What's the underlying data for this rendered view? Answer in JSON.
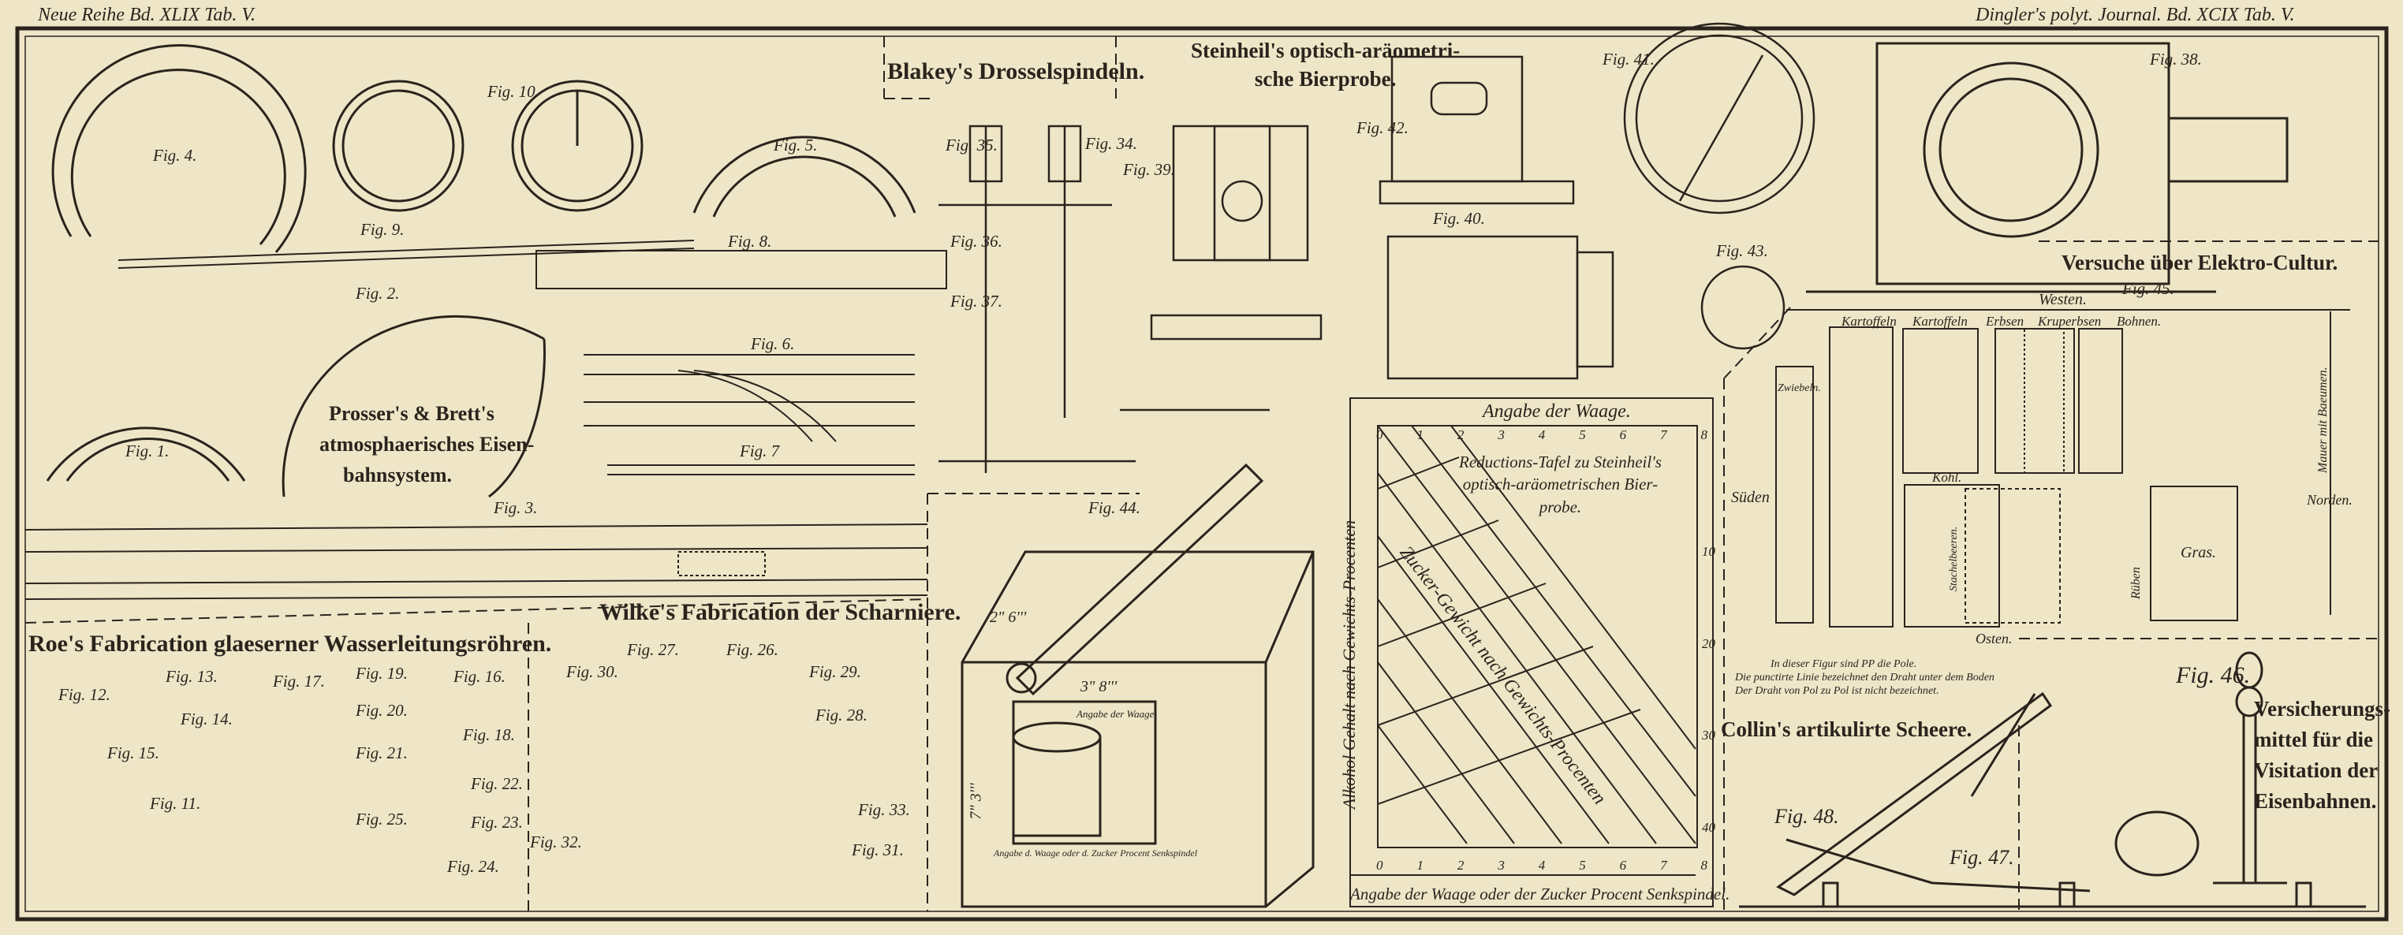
{
  "header": {
    "left": "Neue Reihe Bd. XLIX Tab. V.",
    "right": "Dingler's polyt. Journal. Bd. XCIX Tab. V."
  },
  "titles": {
    "blakey": "Blakey's Drosselspindeln.",
    "steinheil_1": "Steinheil's optisch-aräometri-",
    "steinheil_2": "sche Bierprobe.",
    "prosser_1": "Prosser's & Brett's",
    "prosser_2": "atmosphaerisches Eisen-",
    "prosser_3": "bahnsystem.",
    "roe": "Roe's Fabrication glaeserner Wasserleitungsröhren.",
    "wilke": "Wilke's Fabrication der Scharniere.",
    "elektro": "Versuche über Elektro-Cultur.",
    "collin": "Collin's artikulirte Scheere.",
    "versicherung_1": "Versicherungs-",
    "versicherung_2": "mittel für die",
    "versicherung_3": "Visitation der",
    "versicherung_4": "Eisenbahnen."
  },
  "figures": [
    "Fig. 1.",
    "Fig. 2.",
    "Fig. 3.",
    "Fig. 4.",
    "Fig. 5.",
    "Fig. 6.",
    "Fig. 7",
    "Fig. 8.",
    "Fig. 9.",
    "Fig. 10.",
    "Fig. 11.",
    "Fig. 12.",
    "Fig. 13.",
    "Fig. 14.",
    "Fig. 15.",
    "Fig. 16.",
    "Fig. 17.",
    "Fig. 18.",
    "Fig. 19.",
    "Fig. 20.",
    "Fig. 21.",
    "Fig. 22.",
    "Fig. 23.",
    "Fig. 24.",
    "Fig. 25.",
    "Fig. 26.",
    "Fig. 27.",
    "Fig. 28.",
    "Fig. 29.",
    "Fig. 30.",
    "Fig. 31.",
    "Fig. 32.",
    "Fig. 33.",
    "Fig. 34.",
    "Fig. 35.",
    "Fig. 36.",
    "Fig. 37.",
    "Fig. 38.",
    "Fig. 39.",
    "Fig. 40.",
    "Fig. 41.",
    "Fig. 42.",
    "Fig. 43.",
    "Fig. 44.",
    "Fig. 45.",
    "Fig. 46.",
    "Fig. 47.",
    "Fig. 48."
  ],
  "reduction_table": {
    "top_label": "Angabe der Waage.",
    "title_1": "Reductions-Tafel zu Steinheil's",
    "title_2": "optisch-aräometrischen Bier-",
    "title_3": "probe.",
    "left_axis": "Alkohol Gehalt nach Gewichts-Procenten",
    "diagonal": "Zucker-Gewicht nach Gewichts-Procenten",
    "bottom_label": "Angabe der Waage oder der Zucker Procent Senkspindel.",
    "scale": [
      "0",
      "1",
      "2",
      "3",
      "4",
      "5",
      "6",
      "7",
      "8"
    ],
    "right_scale": [
      "10",
      "20",
      "30",
      "40"
    ]
  },
  "fig44": {
    "dim_1": "2\" 6'''",
    "dim_2": "3\" 8'''",
    "dim_3": "7\" 3'''",
    "scale_label": "Angabe der Waage",
    "bottom_label": "Angabe d. Waage oder d. Zucker Procent Senkspindel"
  },
  "elektro": {
    "westen": "Westen.",
    "norden": "Norden.",
    "osten": "Osten.",
    "sueden": "Süden",
    "plots": [
      "Kartoffeln",
      "Kartoffeln",
      "Erbsen",
      "Kruperbsen",
      "Bohnen.",
      "Zwiebeln.",
      "Kohl.",
      "Gras.",
      "Stachelbeeren.",
      "Rüben",
      "Mauer mit Baeumen."
    ],
    "note_1": "In dieser Figur sind PP die Pole.",
    "note_2": "Die punctirte Linie bezeichnet den Draht unter dem Boden",
    "note_3": "Der Draht von Pol zu Pol ist nicht bezeichnet."
  },
  "colors": {
    "paper": "#efe6c8",
    "ink": "#2a241d"
  }
}
